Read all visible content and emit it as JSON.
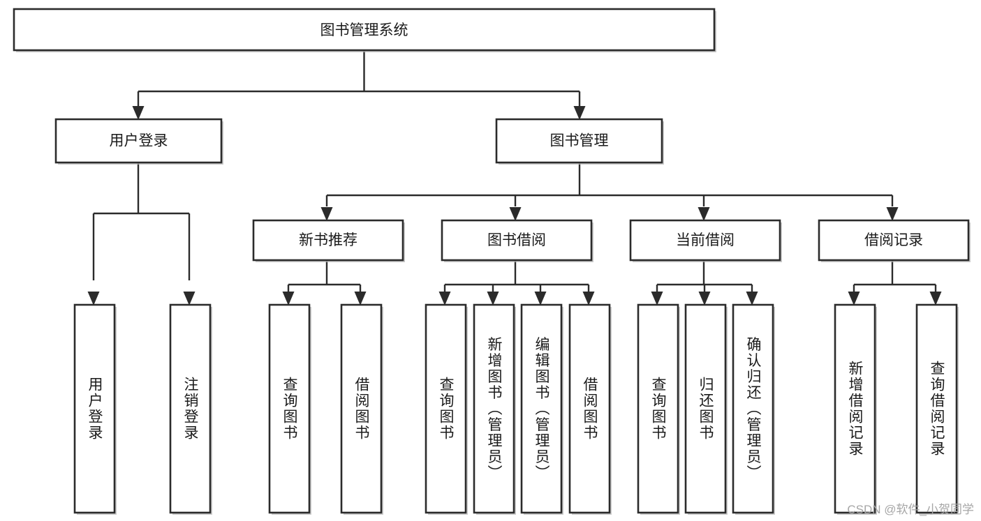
{
  "diagram": {
    "type": "tree",
    "title": "图书管理系统",
    "root": {
      "id": "root",
      "label": "图书管理系统",
      "orientation": "horizontal"
    },
    "level2": [
      {
        "id": "user-login",
        "label": "用户登录",
        "orientation": "horizontal"
      },
      {
        "id": "book-manage",
        "label": "图书管理",
        "orientation": "horizontal"
      }
    ],
    "level3": [
      {
        "id": "new-book-recommend",
        "label": "新书推荐",
        "orientation": "horizontal",
        "parent": "book-manage"
      },
      {
        "id": "book-borrow",
        "label": "图书借阅",
        "orientation": "horizontal",
        "parent": "book-manage"
      },
      {
        "id": "current-borrow",
        "label": "当前借阅",
        "orientation": "horizontal",
        "parent": "book-manage"
      },
      {
        "id": "borrow-record",
        "label": "借阅记录",
        "orientation": "horizontal",
        "parent": "book-manage"
      }
    ],
    "leaves": [
      {
        "id": "leaf-user-login",
        "label": "用户登录",
        "orientation": "vertical",
        "parent": "user-login"
      },
      {
        "id": "leaf-user-logout",
        "label": "注销登录",
        "orientation": "vertical",
        "parent": "user-login"
      },
      {
        "id": "leaf-query-book-1",
        "label": "查询图书",
        "orientation": "vertical",
        "parent": "new-book-recommend"
      },
      {
        "id": "leaf-borrow-book-1",
        "label": "借阅图书",
        "orientation": "vertical",
        "parent": "new-book-recommend"
      },
      {
        "id": "leaf-query-book-2",
        "label": "查询图书",
        "orientation": "vertical",
        "parent": "book-borrow"
      },
      {
        "id": "leaf-add-book",
        "label": "新增图书（管理员）",
        "orientation": "vertical",
        "parent": "book-borrow"
      },
      {
        "id": "leaf-edit-book",
        "label": "编辑图书（管理员）",
        "orientation": "vertical",
        "parent": "book-borrow"
      },
      {
        "id": "leaf-borrow-book-2",
        "label": "借阅图书",
        "orientation": "vertical",
        "parent": "book-borrow"
      },
      {
        "id": "leaf-query-book-3",
        "label": "查询图书",
        "orientation": "vertical",
        "parent": "current-borrow"
      },
      {
        "id": "leaf-return-book",
        "label": "归还图书",
        "orientation": "vertical",
        "parent": "current-borrow"
      },
      {
        "id": "leaf-confirm-return",
        "label": "确认归还（管理员）",
        "orientation": "vertical",
        "parent": "current-borrow"
      },
      {
        "id": "leaf-add-record",
        "label": "新增借阅记录",
        "orientation": "vertical",
        "parent": "borrow-record"
      },
      {
        "id": "leaf-query-record",
        "label": "查询借阅记录",
        "orientation": "vertical",
        "parent": "borrow-record"
      }
    ],
    "colors": {
      "box_stroke": "#2b2b2b",
      "box_fill": "#ffffff",
      "link": "#2b2b2b",
      "text": "#1a1a1a",
      "watermark": "#a6a6a6",
      "background": "#ffffff"
    }
  },
  "watermark": {
    "text": "CSDN @软件_小贺同学"
  }
}
